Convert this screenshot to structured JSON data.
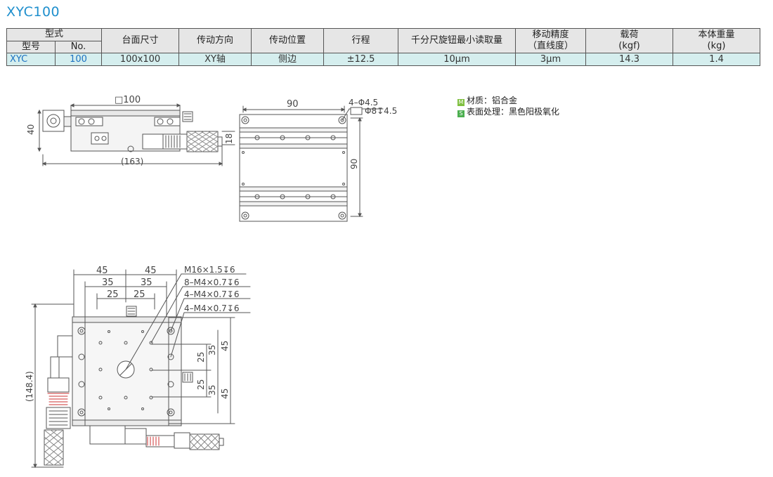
{
  "title": "XYC100",
  "table": {
    "group_header": "型式",
    "sub_headers": [
      "型号",
      "No."
    ],
    "columns": [
      "台面尺寸",
      "传动方向",
      "传动位置",
      "行程",
      "千分尺旋钮最小读取量",
      "移动精度",
      "载荷",
      "本体重量"
    ],
    "column_sub": {
      "accuracy": "（直线度）",
      "load": "(kgf)",
      "weight": "(kg)"
    },
    "row": {
      "model": "XYC",
      "no": "100",
      "table_size": "100x100",
      "direction": "XY轴",
      "position": "侧边",
      "stroke": "±12.5",
      "micrometer": "10μm",
      "accuracy": "3μm",
      "load": "14.3",
      "weight": "1.4"
    }
  },
  "notes": {
    "material": {
      "badge": "M",
      "text": "材质：铝合金"
    },
    "surface": {
      "badge": "S",
      "text": "表面处理：黑色阳极氧化"
    }
  },
  "drawing1": {
    "top": "□100",
    "left": "40",
    "right": "18",
    "bottom": "(163)"
  },
  "drawing2": {
    "top": "90",
    "right": "90",
    "hole1": "4–Φ4.5",
    "hole2": "Φ8↧4.5"
  },
  "drawing3": {
    "callouts": [
      "M16×1.5↧6",
      "8–M4×0.7↧6",
      "4–M4×0.7↧6",
      "4–M4×0.7↧6"
    ],
    "top_dims": [
      "45",
      "45",
      "35",
      "35",
      "25",
      "25"
    ],
    "right_dims": [
      "25",
      "35",
      "45",
      "25",
      "35",
      "45"
    ],
    "left": "(148.4)"
  }
}
